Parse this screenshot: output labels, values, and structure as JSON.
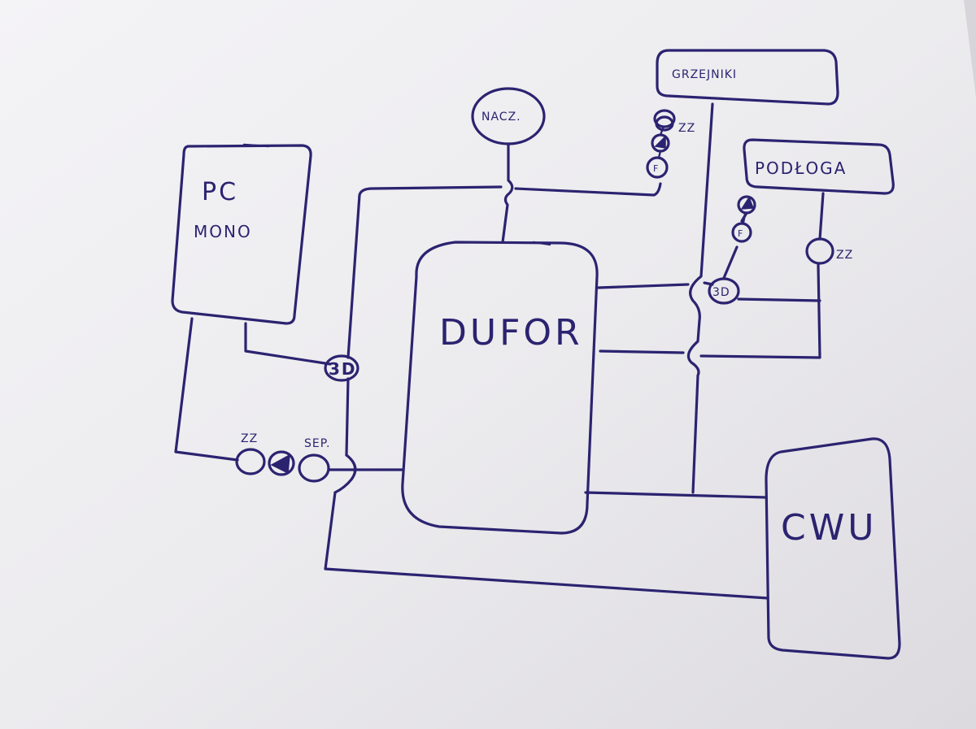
{
  "diagram": {
    "nodes": {
      "pc": {
        "line1": "PC",
        "line2": "MONO"
      },
      "bufor": {
        "label": "DUFOR"
      },
      "cwu": {
        "label": "CWU"
      },
      "grzejniki": {
        "label": "GRZEJNIKI"
      },
      "podloga": {
        "label": "PODŁOGA"
      },
      "naczynie": {
        "label": "NACZ."
      }
    },
    "components": {
      "valve_3d_left": {
        "label": "3D"
      },
      "valve_3d_right": {
        "label": "3D"
      },
      "zz_bottom": {
        "label": "ZZ"
      },
      "sep": {
        "label": "SEP."
      },
      "zz_grzejniki": {
        "label": "ZZ"
      },
      "zz_podloga": {
        "label": "ZZ"
      },
      "filter_grzejniki": {
        "label": "F"
      },
      "filter_podloga": {
        "label": "F"
      }
    }
  }
}
